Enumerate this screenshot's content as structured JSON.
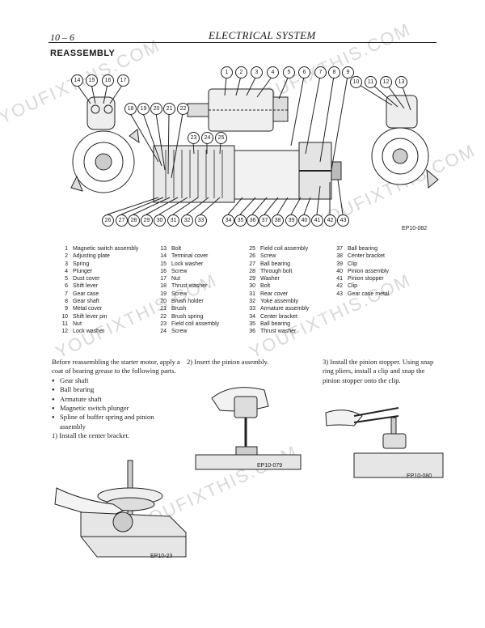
{
  "header": {
    "page_number": "10 – 6",
    "title": "ELECTRICAL SYSTEM"
  },
  "section": {
    "title": "REASSEMBLY"
  },
  "figures": {
    "main_code": "EP10-082",
    "fig_bracket_code": "EP10-23",
    "fig_pinion_code": "EP10-079",
    "fig_stopper_code": "EP10-080"
  },
  "callouts": {
    "top_left": [
      "14",
      "15",
      "16",
      "17"
    ],
    "mid_left": [
      "18",
      "19",
      "20",
      "21",
      "22"
    ],
    "body": [
      "23",
      "24",
      "25"
    ],
    "top_main": [
      "1",
      "2",
      "3",
      "4",
      "5",
      "6",
      "7",
      "8",
      "9"
    ],
    "top_right": [
      "10",
      "11",
      "12",
      "13"
    ],
    "bottom_left": [
      "26",
      "27",
      "28",
      "29",
      "30",
      "31",
      "32",
      "33"
    ],
    "bottom_right": [
      "34",
      "35",
      "36",
      "37",
      "38",
      "39",
      "40",
      "41",
      "42",
      "43"
    ]
  },
  "legend": [
    [
      {
        "n": "1",
        "t": "Magnetic switch assembly"
      },
      {
        "n": "2",
        "t": "Adjusting plate"
      },
      {
        "n": "3",
        "t": "Spring"
      },
      {
        "n": "4",
        "t": "Plunger"
      },
      {
        "n": "5",
        "t": "Dust cover"
      },
      {
        "n": "6",
        "t": "Shift lever"
      },
      {
        "n": "7",
        "t": "Gear case"
      },
      {
        "n": "8",
        "t": "Gear shaft"
      },
      {
        "n": "9",
        "t": "Metal cover"
      },
      {
        "n": "10",
        "t": "Shift lever pin"
      },
      {
        "n": "11",
        "t": "Nut"
      },
      {
        "n": "12",
        "t": "Lock washer"
      }
    ],
    [
      {
        "n": "13",
        "t": "Bolt"
      },
      {
        "n": "14",
        "t": "Terminal cover"
      },
      {
        "n": "15",
        "t": "Lock washer"
      },
      {
        "n": "16",
        "t": "Screw"
      },
      {
        "n": "17",
        "t": "Nut"
      },
      {
        "n": "18",
        "t": "Thrust washer"
      },
      {
        "n": "19",
        "t": "Screw"
      },
      {
        "n": "20",
        "t": "Brush holder"
      },
      {
        "n": "21",
        "t": "Brush"
      },
      {
        "n": "22",
        "t": "Brush spring"
      },
      {
        "n": "23",
        "t": "Field coil assembly"
      },
      {
        "n": "24",
        "t": "Screw"
      }
    ],
    [
      {
        "n": "25",
        "t": "Field coil assembly"
      },
      {
        "n": "26",
        "t": "Screw"
      },
      {
        "n": "27",
        "t": "Ball bearing"
      },
      {
        "n": "28",
        "t": "Through bolt"
      },
      {
        "n": "29",
        "t": "Washer"
      },
      {
        "n": "30",
        "t": "Bolt"
      },
      {
        "n": "31",
        "t": "Rear cover"
      },
      {
        "n": "32",
        "t": "Yoke assembly"
      },
      {
        "n": "33",
        "t": "Armature assembly"
      },
      {
        "n": "34",
        "t": "Center bracket"
      },
      {
        "n": "35",
        "t": "Ball bearing"
      },
      {
        "n": "36",
        "t": "Thrust washer"
      }
    ],
    [
      {
        "n": "37",
        "t": "Ball bearing"
      },
      {
        "n": "38",
        "t": "Center bracket"
      },
      {
        "n": "39",
        "t": "Clip"
      },
      {
        "n": "40",
        "t": "Pinion assembly"
      },
      {
        "n": "41",
        "t": "Pinion stopper"
      },
      {
        "n": "42",
        "t": "Clip"
      },
      {
        "n": "43",
        "t": "Gear case metal"
      }
    ]
  ],
  "steps": {
    "intro": "Before reassembling the starter motor, apply a coat of bearing grease to the following parts.",
    "grease_parts": [
      "Gear shaft",
      "Ball bearing",
      "Armature shaft",
      "Magnetic switch plunger",
      "Spline of buffer spring and pinion assembly"
    ],
    "step1": "1) Install the center bracket.",
    "step2": "2) Insert the pinion assembly.",
    "step3": "3) Install the pinion stopper. Using snap ring pliers, install a clip and snap the pinion stopper onto the clip."
  },
  "watermarks": [
    "YOUFIXTHIS.COM",
    "YOUFIXTHIS.COM",
    "YOUFIXTHIS.COM",
    "YOUFIXTHIS.COM",
    "YOUFIXTHIS.COM",
    "YOUFIXTHIS.COM"
  ]
}
